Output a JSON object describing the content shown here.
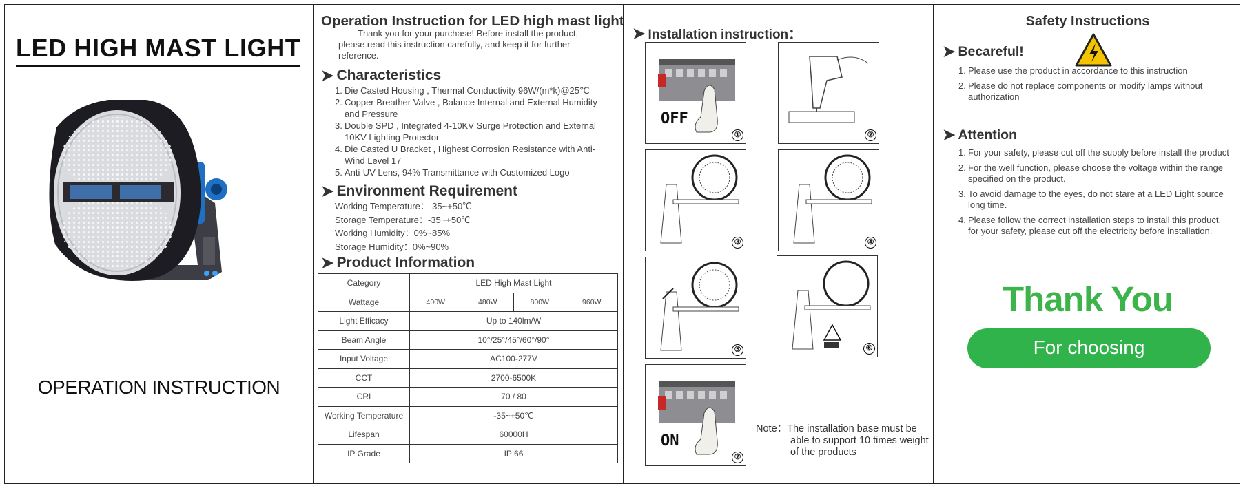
{
  "cover": {
    "title": "LED HIGH MAST LIGHT",
    "subtitle": "OPERATION INSTRUCTION"
  },
  "operation": {
    "title": "Operation Instruction for LED high mast light",
    "intro_first": "Thank you for your purchase! Before install the product,",
    "intro_rest": "please read this instruction carefully, and keep it for further reference.",
    "characteristics_heading": "Characteristics",
    "characteristics": [
      {
        "n": "1.",
        "text": "Die Casted Housing , Thermal Conductivity 96W/(m*k)@25℃"
      },
      {
        "n": "2.",
        "text": "Copper Breather Valve , Balance Internal and External Humidity and Pressure"
      },
      {
        "n": "3.",
        "text": "Double SPD , Integrated 4-10KV Surge Protection and External 10KV Lighting Protector"
      },
      {
        "n": "4.",
        "text": "Die Casted U Bracket , Highest Corrosion Resistance with Anti-Wind Level 17"
      },
      {
        "n": "5.",
        "text": "Anti-UV Lens, 94% Transmittance with Customized Logo"
      }
    ],
    "environment_heading": "Environment Requirement",
    "environment": [
      "Working Temperature：-35~+50℃",
      "Storage Temperature：-35~+50℃",
      "Working Humidity：0%~85%",
      "Storage Humidity：0%~90%"
    ],
    "product_heading": "Product Information",
    "spec_table": {
      "category": {
        "label": "Category",
        "value": "LED High Mast Light"
      },
      "wattage": {
        "label": "Wattage",
        "values": [
          "400W",
          "480W",
          "800W",
          "960W"
        ]
      },
      "rows": [
        {
          "label": "Light Efficacy",
          "value": "Up to 140lm/W"
        },
        {
          "label": "Beam Angle",
          "value": "10°/25°/45°/60°/90°"
        },
        {
          "label": "Input Voltage",
          "value": "AC100-277V"
        },
        {
          "label": "CCT",
          "value": "2700-6500K"
        },
        {
          "label": "CRI",
          "value": "70 / 80"
        },
        {
          "label": "Working Temperature",
          "value": "-35~+50℃"
        },
        {
          "label": "Lifespan",
          "value": "60000H"
        },
        {
          "label": "IP Grade",
          "value": "IP 66"
        }
      ]
    }
  },
  "installation": {
    "heading": "Installation instruction：",
    "steps": [
      {
        "num": "①",
        "label": "OFF"
      },
      {
        "num": "②"
      },
      {
        "num": "③"
      },
      {
        "num": "④"
      },
      {
        "num": "⑤"
      },
      {
        "num": "⑥"
      },
      {
        "num": "⑦",
        "label": "ON"
      }
    ],
    "note_first": "Note：The installation base must be",
    "note_rest": "able to support 10 times weight of the products"
  },
  "safety": {
    "title": "Safety Instructions",
    "becareful_heading": "Becareful!",
    "becareful": [
      {
        "n": "1.",
        "text": "Please use the product in accordance to this instruction"
      },
      {
        "n": "2.",
        "text": "Please do not replace components or modify lamps without authorization"
      }
    ],
    "attention_heading": "Attention",
    "attention": [
      {
        "n": "1.",
        "text": "For your safety, please cut off the supply before install the product"
      },
      {
        "n": "2.",
        "text": "For the well function, please choose the voltage within the range specified on the product."
      },
      {
        "n": "3.",
        "text": "To avoid damage to the eyes, do not stare at a LED Light source long time."
      },
      {
        "n": "4.",
        "text": "Please follow the correct installation steps to install this product, for your safety, please cut off the electricity before installation."
      }
    ],
    "thank_you": "Thank You",
    "for_choosing": "For choosing"
  },
  "colors": {
    "accent_green": "#3cb44a",
    "button_green": "#2fb34a",
    "lamp_blue": "#1f6fc2"
  }
}
